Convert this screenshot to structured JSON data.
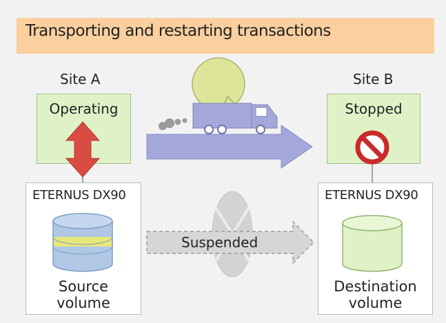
{
  "title": "Transporting and restarting transactions",
  "site_a": {
    "label": "Site A",
    "server_status": "Operating",
    "storage_name": "ETERNUS DX90",
    "volume_line1": "Source",
    "volume_line2": "volume"
  },
  "site_b": {
    "label": "Site B",
    "server_status": "Stopped",
    "storage_name": "ETERNUS DX90",
    "volume_line1": "Destination",
    "volume_line2": "volume"
  },
  "copy_state": "Suspended",
  "icons": {
    "transport": "truck-icon",
    "stopped": "prohibited-icon",
    "access": "double-arrow-icon",
    "link": "broken-link-icon"
  },
  "colors": {
    "title_bg": "#fbcf9e",
    "server_bg": "#dff2c7",
    "transport_arrow": "#a4a7d9",
    "access_arrow": "#d94c43",
    "prohibited": "#cc2a2a",
    "source_disk_band": "#e6e87a",
    "source_disk": "#b0c8e6",
    "dest_disk": "#dff2c7"
  }
}
